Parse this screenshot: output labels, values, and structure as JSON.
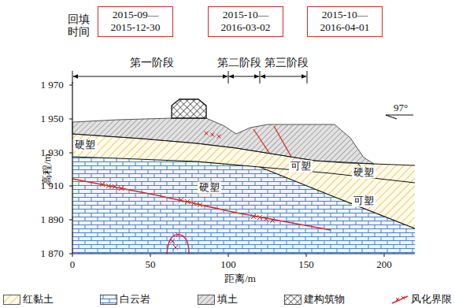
{
  "diagram": {
    "nodes": [
      {
        "text": [
          "2015-09— 2015-12-30"
        ]
      },
      {
        "text": [
          "2015-10— 2016-03-02"
        ]
      },
      {
        "text": [
          "2015-10— 2016-04-01"
        ]
      }
    ],
    "labels": [
      "回填 时间",
      "第一阶段",
      "第二阶段",
      "第三阶段",
      "97°",
      "硬塑",
      "可塑",
      "硬塑",
      "硬塑",
      "可塑",
      "高程/m",
      "1 970",
      "1 950",
      "1 930",
      "1 910",
      "1 890",
      "1 870",
      "0",
      "50",
      "100",
      "150",
      "200",
      "距离/m"
    ],
    "legend": [
      {
        "text": "红黏土"
      },
      {
        "text": "白云岩"
      },
      {
        "text": "填土"
      },
      {
        "text": "建构筑物"
      },
      {
        "text": "风化界限"
      }
    ]
  }
}
